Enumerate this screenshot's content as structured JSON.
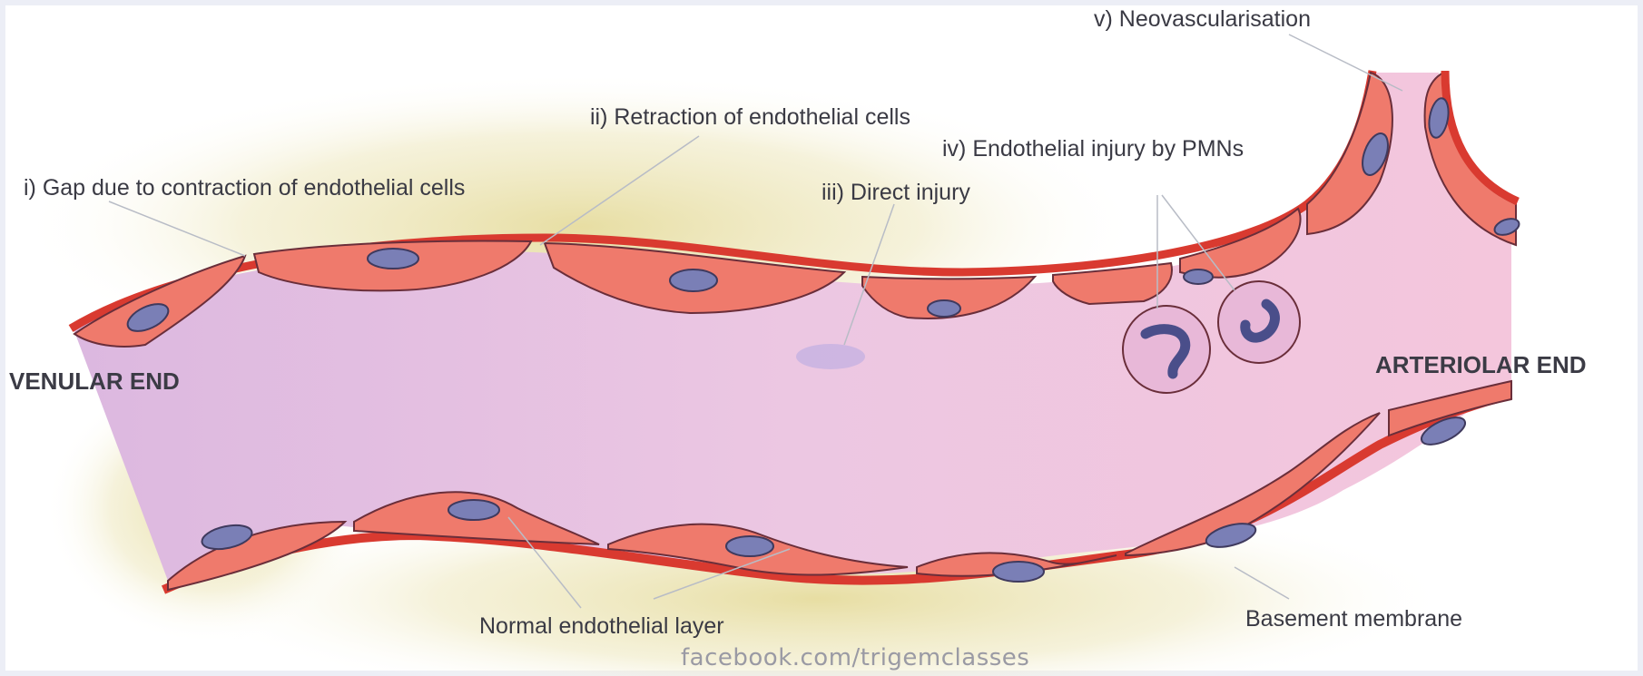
{
  "labels": {
    "gap": "i) Gap due to contraction of endothelial cells",
    "retraction": "ii) Retraction of endothelial cells",
    "direct": "iii) Direct injury",
    "pmn": "iv) Endothelial injury by PMNs",
    "neo": "v) Neovascularisation",
    "venular": "VENULAR END",
    "arteriolar": "ARTERIOLAR END",
    "normal": "Normal endothelial layer",
    "basement": "Basement membrane"
  },
  "watermark": "facebook.com/trigemclasses",
  "colors": {
    "lumen": "#e6bfe0",
    "endothelium": "#ef7a6c",
    "basement": "#d93a30",
    "nucleus": "#7a7fb6",
    "outline": "#6a2e3a",
    "tissue_glow": "#e9e2a8"
  }
}
